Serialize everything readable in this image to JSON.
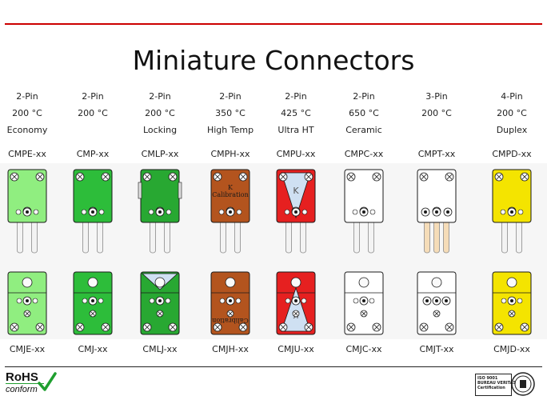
{
  "title": "Miniature Connectors",
  "columns": [
    {
      "pins": "2-Pin",
      "temp": "200 °C",
      "desc": "Economy",
      "plug": "CMPE-xx",
      "jack": "CMJE-xx"
    },
    {
      "pins": "2-Pin",
      "temp": "200 °C",
      "desc": "",
      "plug": "CMP-xx",
      "jack": "CMJ-xx"
    },
    {
      "pins": "2-Pin",
      "temp": "200 °C",
      "desc": "Locking",
      "plug": "CMLP-xx",
      "jack": "CMLJ-xx"
    },
    {
      "pins": "2-Pin",
      "temp": "350 °C",
      "desc": "High Temp",
      "plug": "CMPH-xx",
      "jack": "CMJH-xx"
    },
    {
      "pins": "2-Pin",
      "temp": "425 °C",
      "desc": "Ultra HT",
      "plug": "CMPU-xx",
      "jack": "CMJU-xx"
    },
    {
      "pins": "2-Pin",
      "temp": "650 °C",
      "desc": "Ceramic",
      "plug": "CMPC-xx",
      "jack": "CMJC-xx"
    },
    {
      "pins": "3-Pin",
      "temp": "200 °C",
      "desc": "",
      "plug": "CMPT-xx",
      "jack": "CMJT-xx"
    },
    {
      "pins": "4-Pin",
      "temp": "200 °C",
      "desc": "Duplex",
      "plug": "CMPD-xx",
      "jack": "CMJD-xx"
    }
  ],
  "overlays": {
    "high_temp_plug": "K\nCalibration",
    "high_temp_jack": "Calibration\nK",
    "ultra_k": "K"
  },
  "colors": {
    "economy": "#90ee80",
    "standard": "#2dbd3a",
    "locking": "#28a832",
    "high_temp": "#b3541e",
    "ultra_red": "#e62020",
    "ultra_blue": "#cfe0f2",
    "ceramic": "#ffffff",
    "duplex": "#f4e400",
    "outline": "#1a1a1a",
    "title_rule": "#cc0000"
  },
  "footer": {
    "rohs_line1": "RoHS",
    "rohs_line2": "conform",
    "cert_line1": "ISO 9001",
    "cert_line2": "BUREAU VERITAS",
    "cert_line3": "Certification"
  }
}
